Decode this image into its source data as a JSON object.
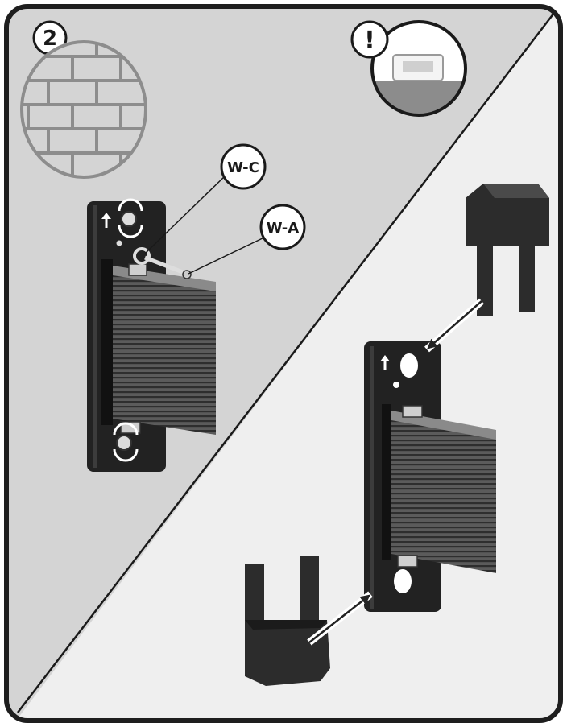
{
  "step": {
    "number": "2"
  },
  "callouts": {
    "wc": "W-C",
    "wa": "W-A"
  },
  "notice": {
    "symbol": "!"
  },
  "colors": {
    "panel_left": "#d4d4d4",
    "panel_right": "#f1f1f1",
    "frame": "#1e1e1e",
    "bracket": "#222222",
    "board": "#4a4a4a",
    "end_cap": "#2c2c2c",
    "brick_wall": "#8d8d8d"
  },
  "icons": [
    "brick-wall-icon",
    "warning-exclamation-icon",
    "rotate-arrow-icon",
    "up-arrow-icon",
    "insert-arrow-icon"
  ]
}
